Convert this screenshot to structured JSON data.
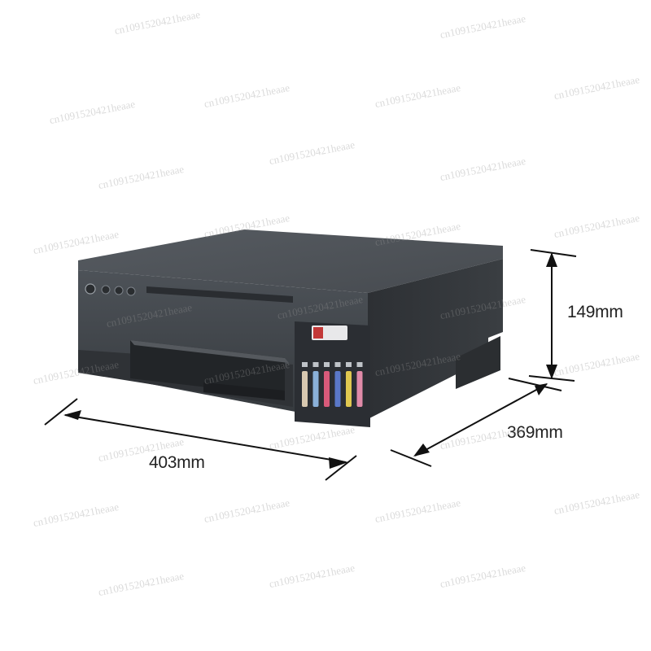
{
  "dimensions": {
    "width": "403mm",
    "depth": "369mm",
    "height": "149mm"
  },
  "watermark": {
    "text": "cn1091520421heaae"
  },
  "colors": {
    "printer_body": "#3b3f44",
    "printer_top": "#4a4f55",
    "ink_tanks": [
      "#4a4a4a",
      "#d8c8b0",
      "#8ab0d8",
      "#d85a7a",
      "#5a78c8",
      "#e0c850",
      "#e08aa8"
    ]
  }
}
